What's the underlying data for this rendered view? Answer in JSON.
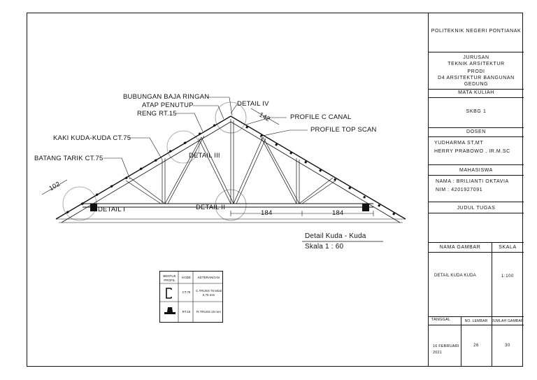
{
  "drawing": {
    "labels": {
      "bubungan": "BUBUNGAN BAJA RINGAN",
      "atap": "ATAP PENUTUP",
      "reng": "RENG RT.15",
      "kaki": "KAKI KUDA-KUDA CT.75",
      "batang": "BATANG TARIK CT.75",
      "profile_c": "PROFILE C CANAL",
      "profile_top": "PROFILE TOP SCAN",
      "detail_1": "DETAIL I",
      "detail_2": "DETAIL II",
      "detail_3": "DETAIL III",
      "detail_4": "DETAIL IV"
    },
    "dimensions": {
      "dim_102": "102",
      "dim_142": "142",
      "dim_184_left": "184",
      "dim_184_right": "184"
    },
    "caption": {
      "title": "Detail Kuda - Kuda",
      "scale": "Skala 1 : 60"
    }
  },
  "legend": {
    "headers": [
      "BENTUK PROFIL",
      "KODE",
      "KETERANGAN"
    ],
    "rows": [
      {
        "kode": "CT.75",
        "keterangan": "C.TRUSS 75 tebal 0,75 mm",
        "icon": "c-channel-icon"
      },
      {
        "kode": "RT.15",
        "keterangan": "R.TRUSS 15 mm",
        "icon": "reng-icon"
      }
    ]
  },
  "title_block": {
    "institution": "POLITEKNIK NEGERI PONTIANAK",
    "jurusan_label": "JURUSAN",
    "jurusan_value": "TEKNIK ARSITEKTUR",
    "prodi_label": "PRODI",
    "prodi_value": "D4 ARSITEKTUR BANGUNAN GEDUNG",
    "mata_kuliah_label": "MATA KULIAH",
    "mata_kuliah_value": "SKBG 1",
    "dosen_label": "DOSEN",
    "dosen_1": "YUDHARMA ST,MT",
    "dosen_2": "HERRY PRABOWO , IR.M.SC",
    "mahasiswa_label": "MAHASISWA",
    "nama": "NAMA : BRILIANTI OKTAVIA",
    "nim": "NIM   : 4201927091",
    "judul_label": "JUDUL TUGAS",
    "nama_gambar_label": "NAMA GAMBAR",
    "skala_label": "SKALA",
    "nama_gambar_value": "DETAIL KUDA KUDA",
    "skala_value": "1:100",
    "tanggal_label": "TANGGAL",
    "no_lembar_label": "NO. LEMBAR",
    "jumlah_gambar_label": "JUMLAH GAMBAR",
    "tanggal_value": "16 FEBRUARI 2021",
    "no_lembar_value": "26",
    "jumlah_gambar_value": "30"
  }
}
